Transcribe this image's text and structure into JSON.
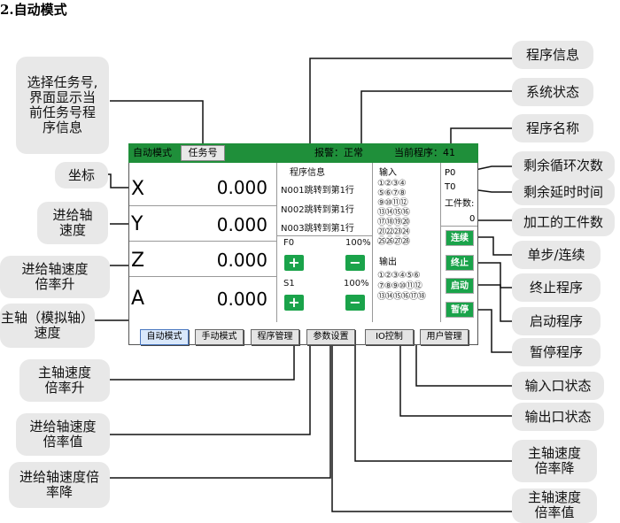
{
  "heading": "2.自动模式",
  "callouts": {
    "select_task": "选择任务号,界面显示当前任务号程序信息",
    "coords": "坐标",
    "feed_speed": "进给轴速度",
    "feed_rate_up": "进给轴速度倍率升",
    "spindle_speed": "主轴（模拟轴）速度",
    "spindle_rate_up": "主轴速度倍率升",
    "feed_rate_value": "进给轴速度倍率值",
    "feed_rate_down": "进给轴速度倍率降",
    "program_info": "程序信息",
    "system_status": "系统状态",
    "program_name": "程序名称",
    "remaining_loops": "剩余循环次数",
    "remaining_delay": "剩余延时时间",
    "workpiece_count": "加工的工件数",
    "step_continuous": "单步/连续",
    "stop_program": "终止程序",
    "start_program": "启动程序",
    "pause_program": "暂停程序",
    "input_status": "输入口状态",
    "output_status": "输出口状态",
    "spindle_rate_down": "主轴速度倍率降",
    "spindle_rate_value": "主轴速度倍率值"
  },
  "screen": {
    "mode_title": "自动模式",
    "task_button": "任务号",
    "alarm_text": "报警：正常",
    "current_program_text": "当前程序：41",
    "axes": [
      {
        "letter": "X",
        "value": "0.000"
      },
      {
        "letter": "Y",
        "value": "0.000"
      },
      {
        "letter": "Z",
        "value": "0.000"
      },
      {
        "letter": "A",
        "value": "0.000"
      }
    ],
    "program_info_title": "程序信息",
    "program_lines": [
      "N001跳转到第1行",
      "N002跳转到第1行",
      "N003跳转到第1行"
    ],
    "feed_label": "F0",
    "feed_percent": "100%",
    "spindle_label": "S1",
    "spindle_percent": "100%",
    "plus": "+",
    "minus": "−",
    "input_title": "输入",
    "input_rows": [
      "①②③④",
      "⑤⑥⑦⑧",
      "⑨⑩⑪⑫",
      "⑬⑭⑮⑯",
      "⑰⑱⑲⑳",
      "㉑㉒㉓㉔",
      "㉕㉖㉗㉘"
    ],
    "output_title": "输出",
    "output_rows": [
      "①②③④⑤⑥",
      "⑦⑧⑨⑩⑪⑫",
      "⑬⑭⑮⑯⑰⑱"
    ],
    "p_value": "P0",
    "t_value": "T0",
    "workpiece_label": "工件数:",
    "workpiece_value": "0",
    "continuous_btn": "连续",
    "stop_btn": "终止",
    "start_btn": "启动",
    "pause_btn": "暂停",
    "mode_buttons": [
      "自动模式",
      "手动模式",
      "程序管理",
      "参数设置",
      "IO控制",
      "用户管理"
    ]
  }
}
